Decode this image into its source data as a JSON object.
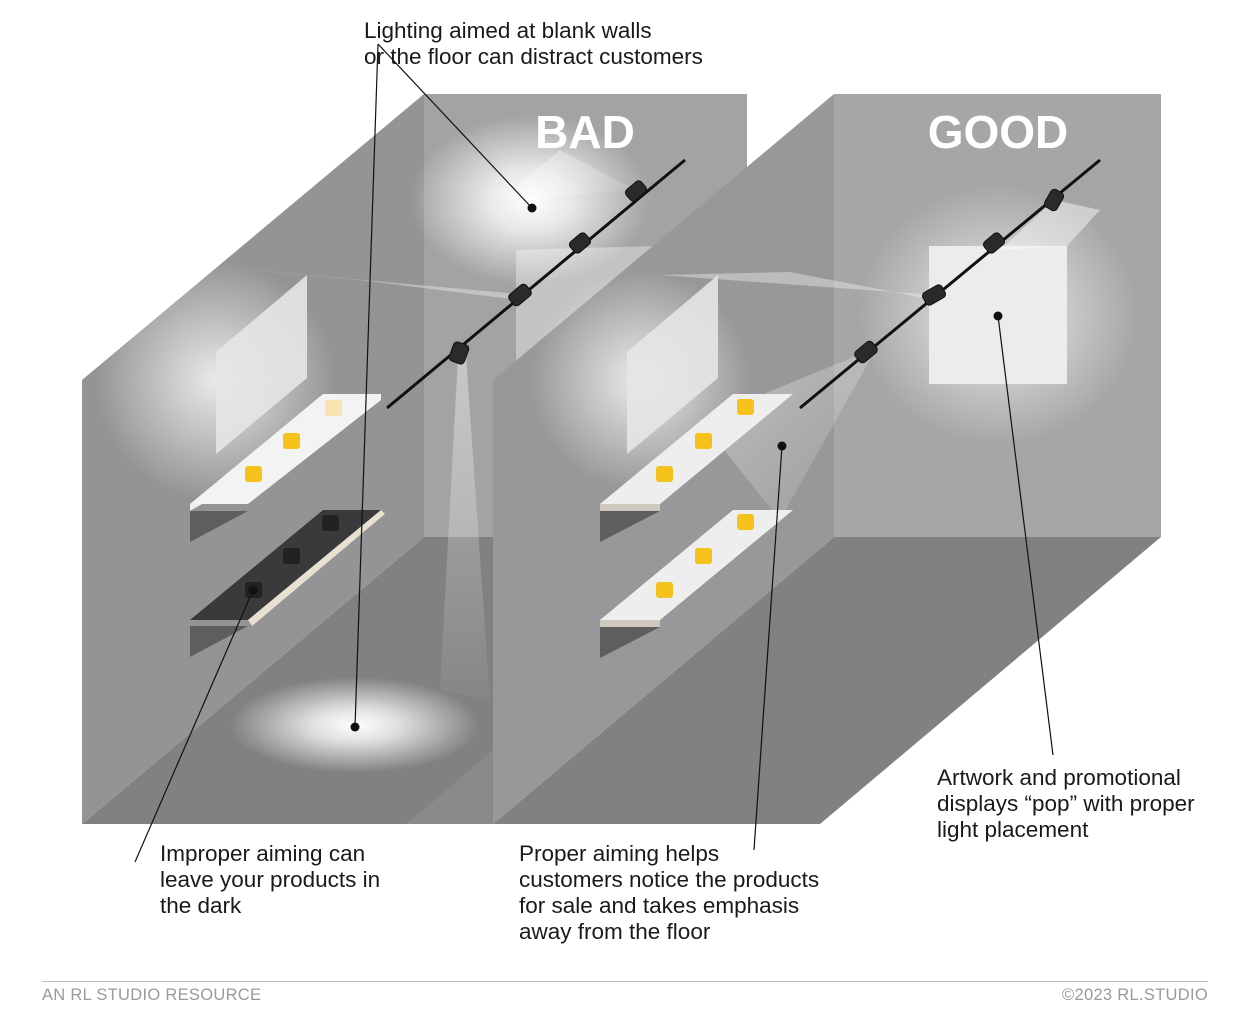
{
  "rooms": {
    "bad": {
      "title": "BAD"
    },
    "good": {
      "title": "GOOD"
    }
  },
  "callouts": {
    "top": {
      "lines": [
        "Lighting aimed at blank walls",
        "or the floor can distract customers"
      ]
    },
    "left": {
      "lines": [
        "Improper aiming can",
        "leave your products in",
        "the dark"
      ]
    },
    "middle": {
      "lines": [
        "Proper aiming helps",
        "customers notice the products",
        "for sale and takes emphasis",
        "away from the floor"
      ]
    },
    "right": {
      "lines": [
        "Artwork and promotional",
        "displays “pop” with proper",
        "light placement"
      ]
    }
  },
  "footer": {
    "left": "AN RL STUDIO RESOURCE",
    "right": "©2023 RL.STUDIO"
  },
  "colors": {
    "wall_back": "#a2a2a4",
    "wall_side": "#8f8f91",
    "floor": "#808083",
    "product": "#f5c21b",
    "track": "#111111"
  }
}
